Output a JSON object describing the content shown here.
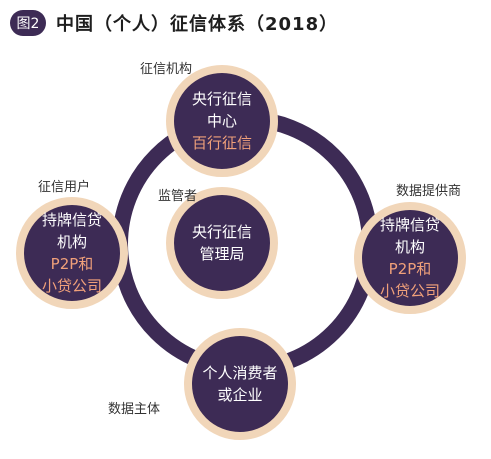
{
  "header": {
    "fig_label": "图2",
    "title": "中国（个人）征信体系（2018）"
  },
  "colors": {
    "ring": "#3d2b55",
    "node_fill": "#3d2b55",
    "node_border": "#f1d6b9",
    "highlight_text": "#f0a07a"
  },
  "nodes": {
    "top": {
      "line1": "央行征信",
      "line2": "中心",
      "sub": "百行征信"
    },
    "center": {
      "line1": "央行征信",
      "line2": "管理局"
    },
    "left": {
      "line1": "持牌信贷",
      "line2": "机构",
      "sub1": "P2P和",
      "sub2": "小贷公司"
    },
    "right": {
      "line1": "持牌信贷",
      "line2": "机构",
      "sub1": "P2P和",
      "sub2": "小贷公司"
    },
    "bottom": {
      "line1": "个人消费者",
      "line2": "或企业"
    }
  },
  "roles": {
    "top": "征信机构",
    "left": "征信用户",
    "right": "数据提供商",
    "center": "监管者",
    "bottom": "数据主体"
  }
}
